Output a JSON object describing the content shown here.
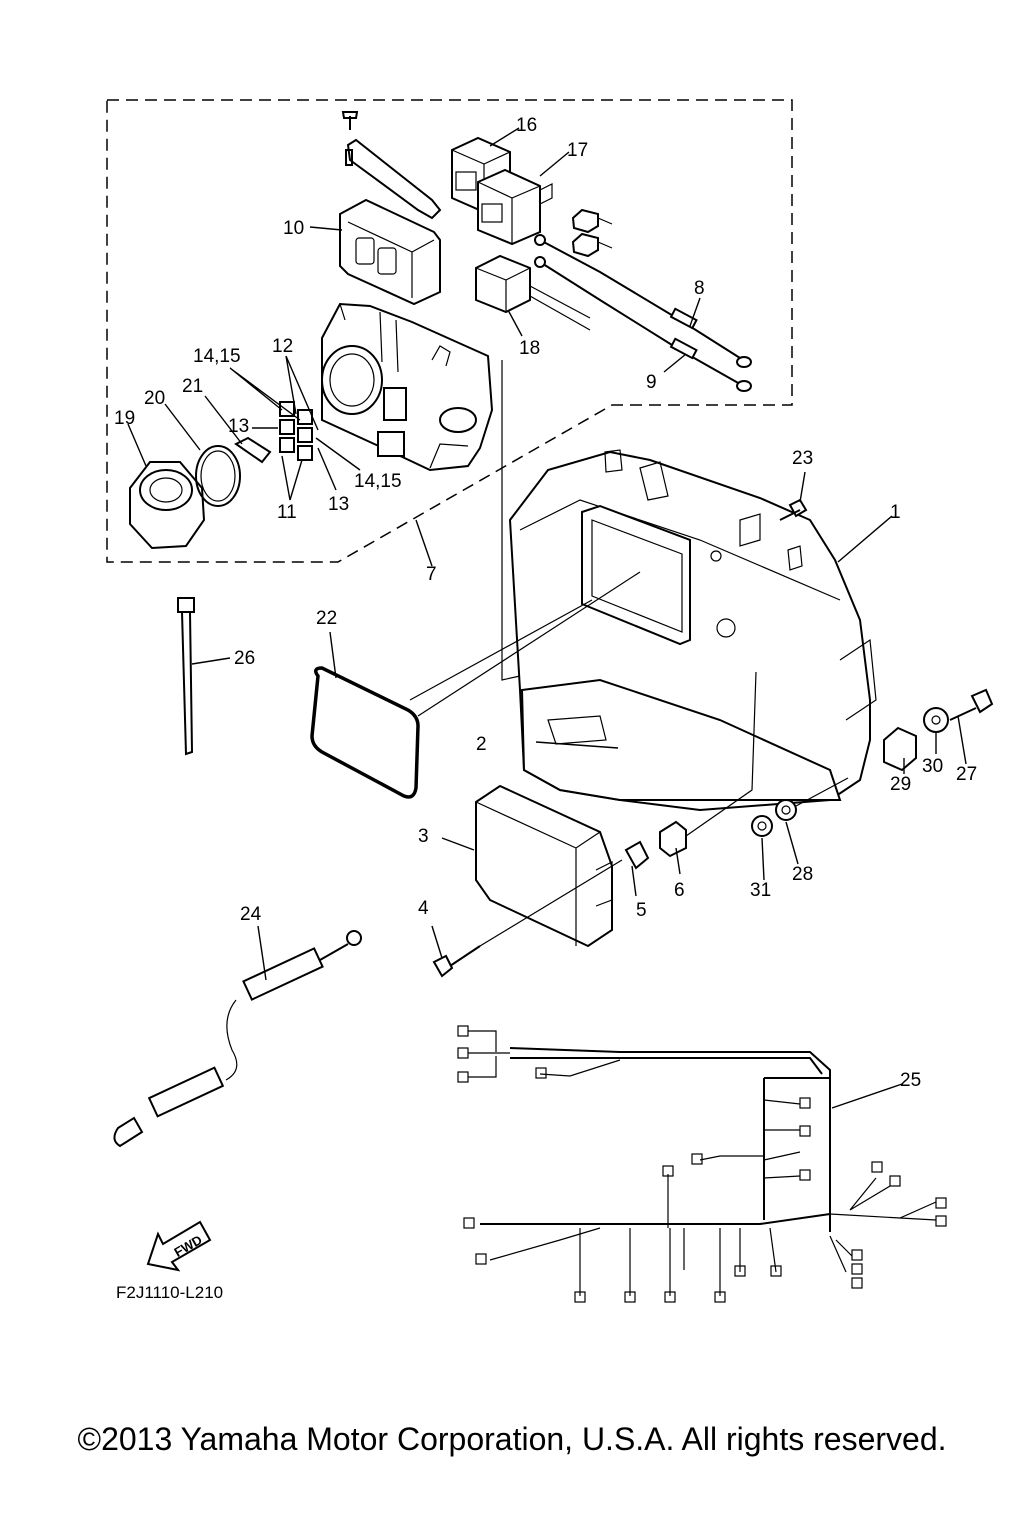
{
  "drawing_code": "F2J1110-L210",
  "copyright": "©2013 Yamaha Motor Corporation, U.S.A. All rights reserved.",
  "fwd_label": "FWD",
  "callouts": [
    {
      "id": "1",
      "text": "1"
    },
    {
      "id": "2",
      "text": "2"
    },
    {
      "id": "3",
      "text": "3"
    },
    {
      "id": "4",
      "text": "4"
    },
    {
      "id": "5",
      "text": "5"
    },
    {
      "id": "6",
      "text": "6"
    },
    {
      "id": "7",
      "text": "7"
    },
    {
      "id": "8",
      "text": "8"
    },
    {
      "id": "9",
      "text": "9"
    },
    {
      "id": "10",
      "text": "10"
    },
    {
      "id": "11",
      "text": "11"
    },
    {
      "id": "12",
      "text": "12"
    },
    {
      "id": "13a",
      "text": "13"
    },
    {
      "id": "13b",
      "text": "13"
    },
    {
      "id": "14a",
      "text": "14,15"
    },
    {
      "id": "14b",
      "text": "14,15"
    },
    {
      "id": "16",
      "text": "16"
    },
    {
      "id": "17",
      "text": "17"
    },
    {
      "id": "18",
      "text": "18"
    },
    {
      "id": "19",
      "text": "19"
    },
    {
      "id": "20",
      "text": "20"
    },
    {
      "id": "21",
      "text": "21"
    },
    {
      "id": "22",
      "text": "22"
    },
    {
      "id": "23",
      "text": "23"
    },
    {
      "id": "24",
      "text": "24"
    },
    {
      "id": "25",
      "text": "25"
    },
    {
      "id": "26",
      "text": "26"
    },
    {
      "id": "27",
      "text": "27"
    },
    {
      "id": "28",
      "text": "28"
    },
    {
      "id": "29",
      "text": "29"
    },
    {
      "id": "30",
      "text": "30"
    },
    {
      "id": "31",
      "text": "31"
    }
  ]
}
